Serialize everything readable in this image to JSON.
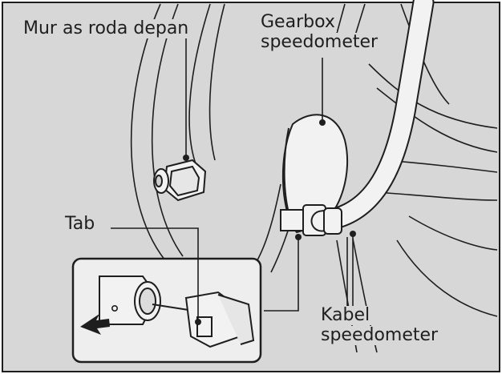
{
  "labels": {
    "front_wheel_nut": "Mur as roda depan",
    "gearbox_line1": "Gearbox",
    "gearbox_line2": "speedometer",
    "tab": "Tab",
    "cable_line1": "Kabel",
    "cable_line2": "speedometer"
  },
  "colors": {
    "background": "#d7d7d7",
    "line": "#1e1e1e",
    "part_fill": "#f2f2f2",
    "inset_fill": "#eeeeee"
  }
}
